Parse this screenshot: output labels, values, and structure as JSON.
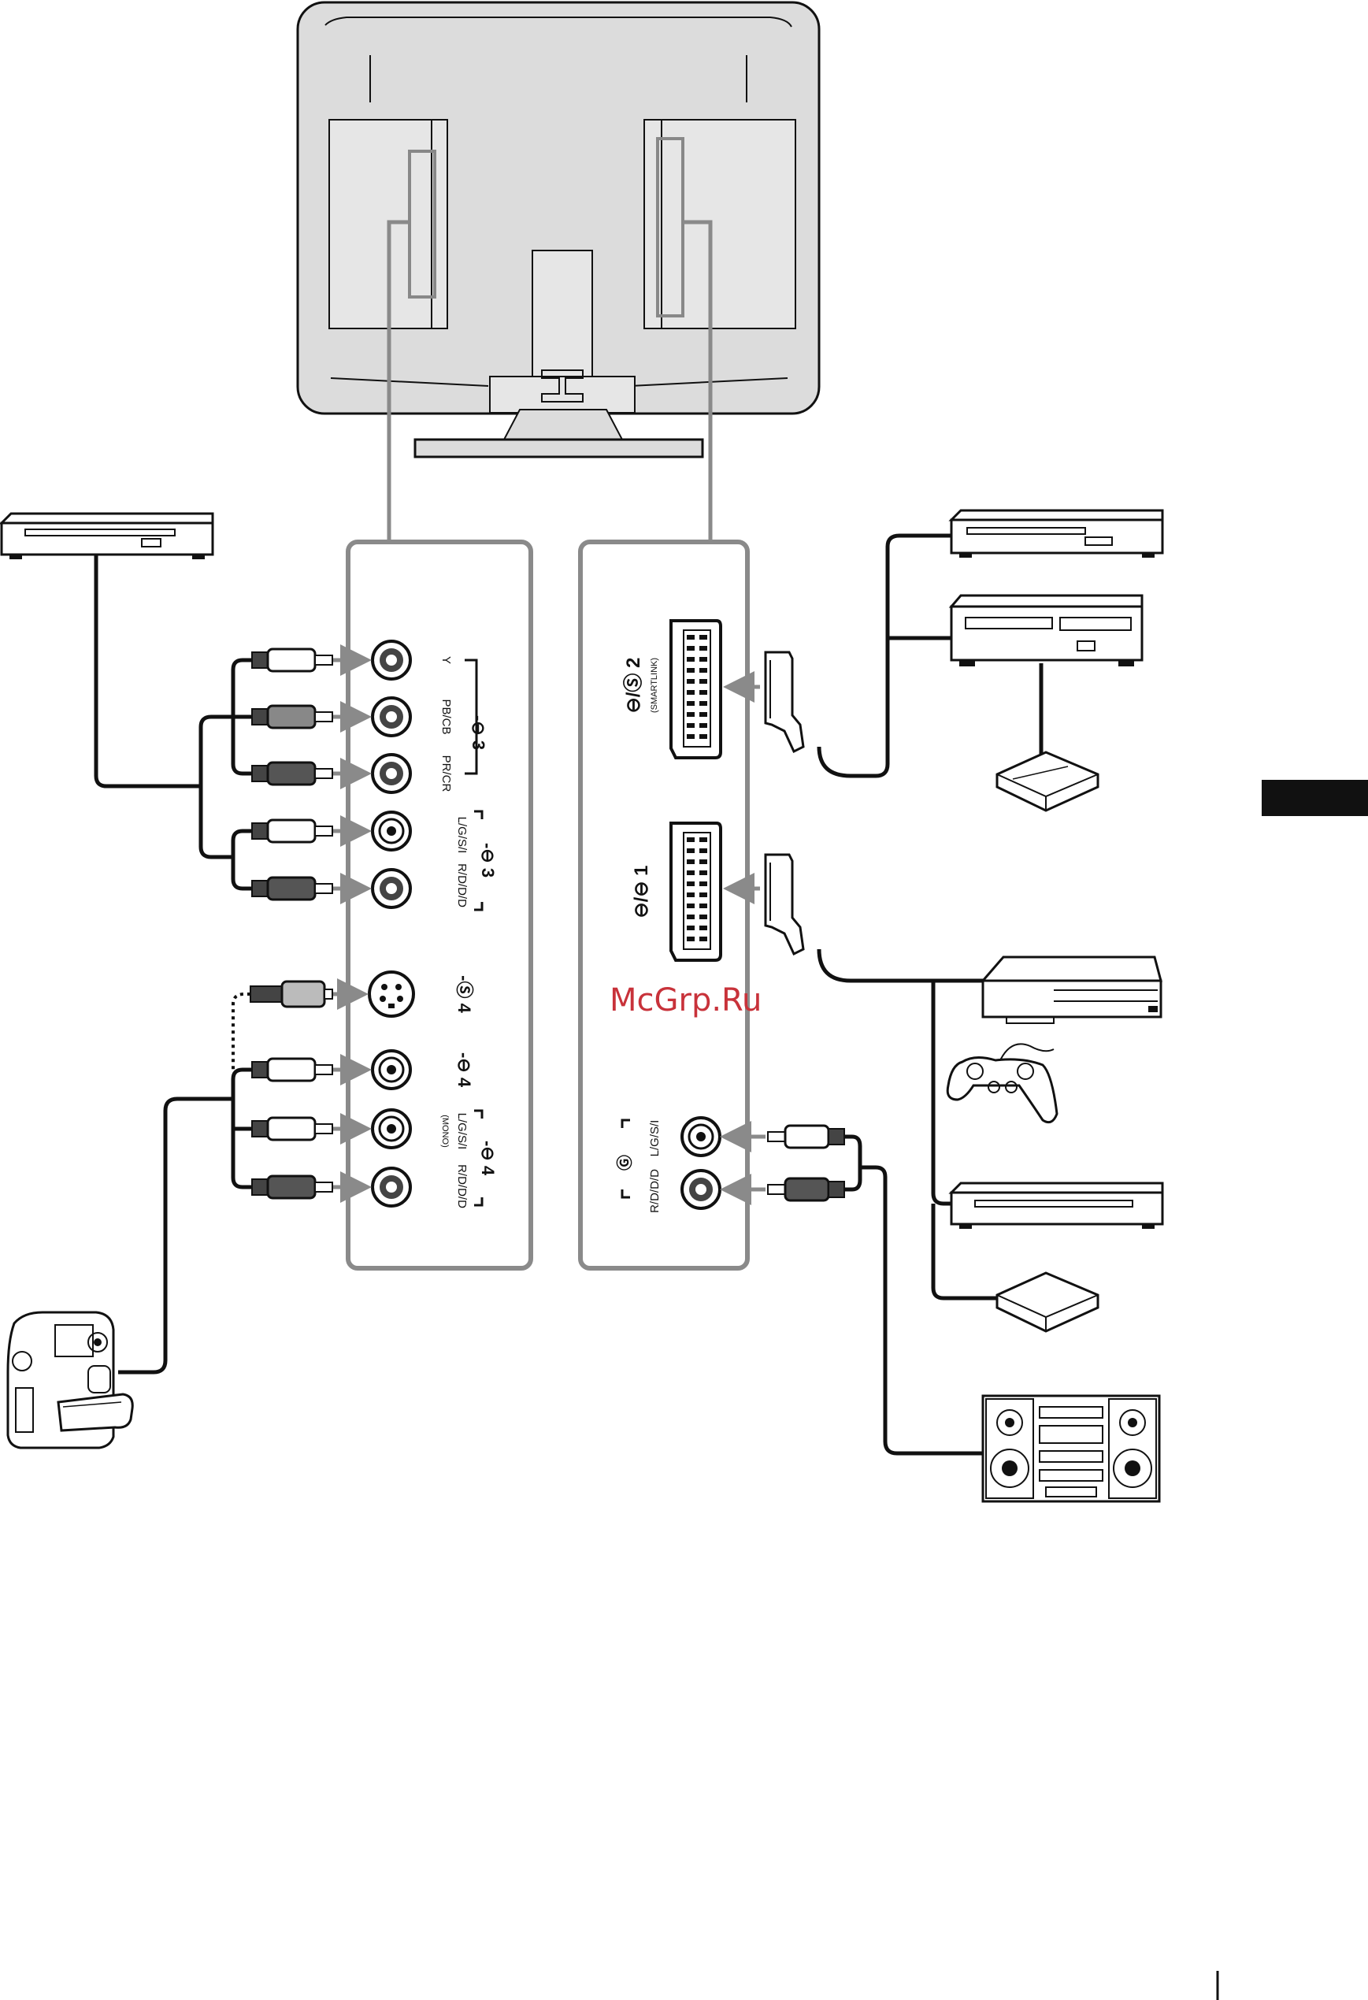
{
  "watermark": "McGrp.Ru",
  "colors": {
    "tv_body": "#dcdcdc",
    "panel_border": "#8a8a8a",
    "link_arrow": "#8a8a8a",
    "cable": "#111111",
    "side_tab": "#111111",
    "watermark": "#c8323a"
  },
  "left_panel": {
    "component_3": {
      "symbol": "-⊖ 3",
      "y_label": "Y",
      "pb_label": "PB/CB",
      "pr_label": "PR/CR"
    },
    "audio_3": {
      "symbol": "-⊖ 3",
      "left_label": "L/G/S/I",
      "right_label": "R/D/D/D"
    },
    "svideo_4": {
      "symbol": "-Ⓢ 4"
    },
    "video_4": {
      "symbol": "-⊖ 4"
    },
    "audio_4": {
      "symbol": "-⊖ 4",
      "left_label": "L/G/S/I",
      "mono_label": "(MONO)",
      "right_label": "R/D/D/D"
    }
  },
  "right_panel": {
    "scart_2": {
      "symbol": "⊖/Ⓢ 2",
      "sub_label": "(SMARTLINK)"
    },
    "scart_1": {
      "symbol": "⊖/⊖ 1"
    },
    "audio_out": {
      "symbol": "Ⓖ",
      "left_label": "L/G/S/I",
      "right_label": "R/D/D/D"
    }
  },
  "devices": [
    {
      "icon": "dvd-player-icon"
    },
    {
      "icon": "vcr-icon"
    },
    {
      "icon": "dvd-recorder-icon"
    },
    {
      "icon": "decoder-icon"
    },
    {
      "icon": "game-console-icon"
    },
    {
      "icon": "gamepad-icon"
    },
    {
      "icon": "dvd-player-icon"
    },
    {
      "icon": "decoder-icon"
    },
    {
      "icon": "hifi-system-icon"
    },
    {
      "icon": "camcorder-icon"
    }
  ]
}
